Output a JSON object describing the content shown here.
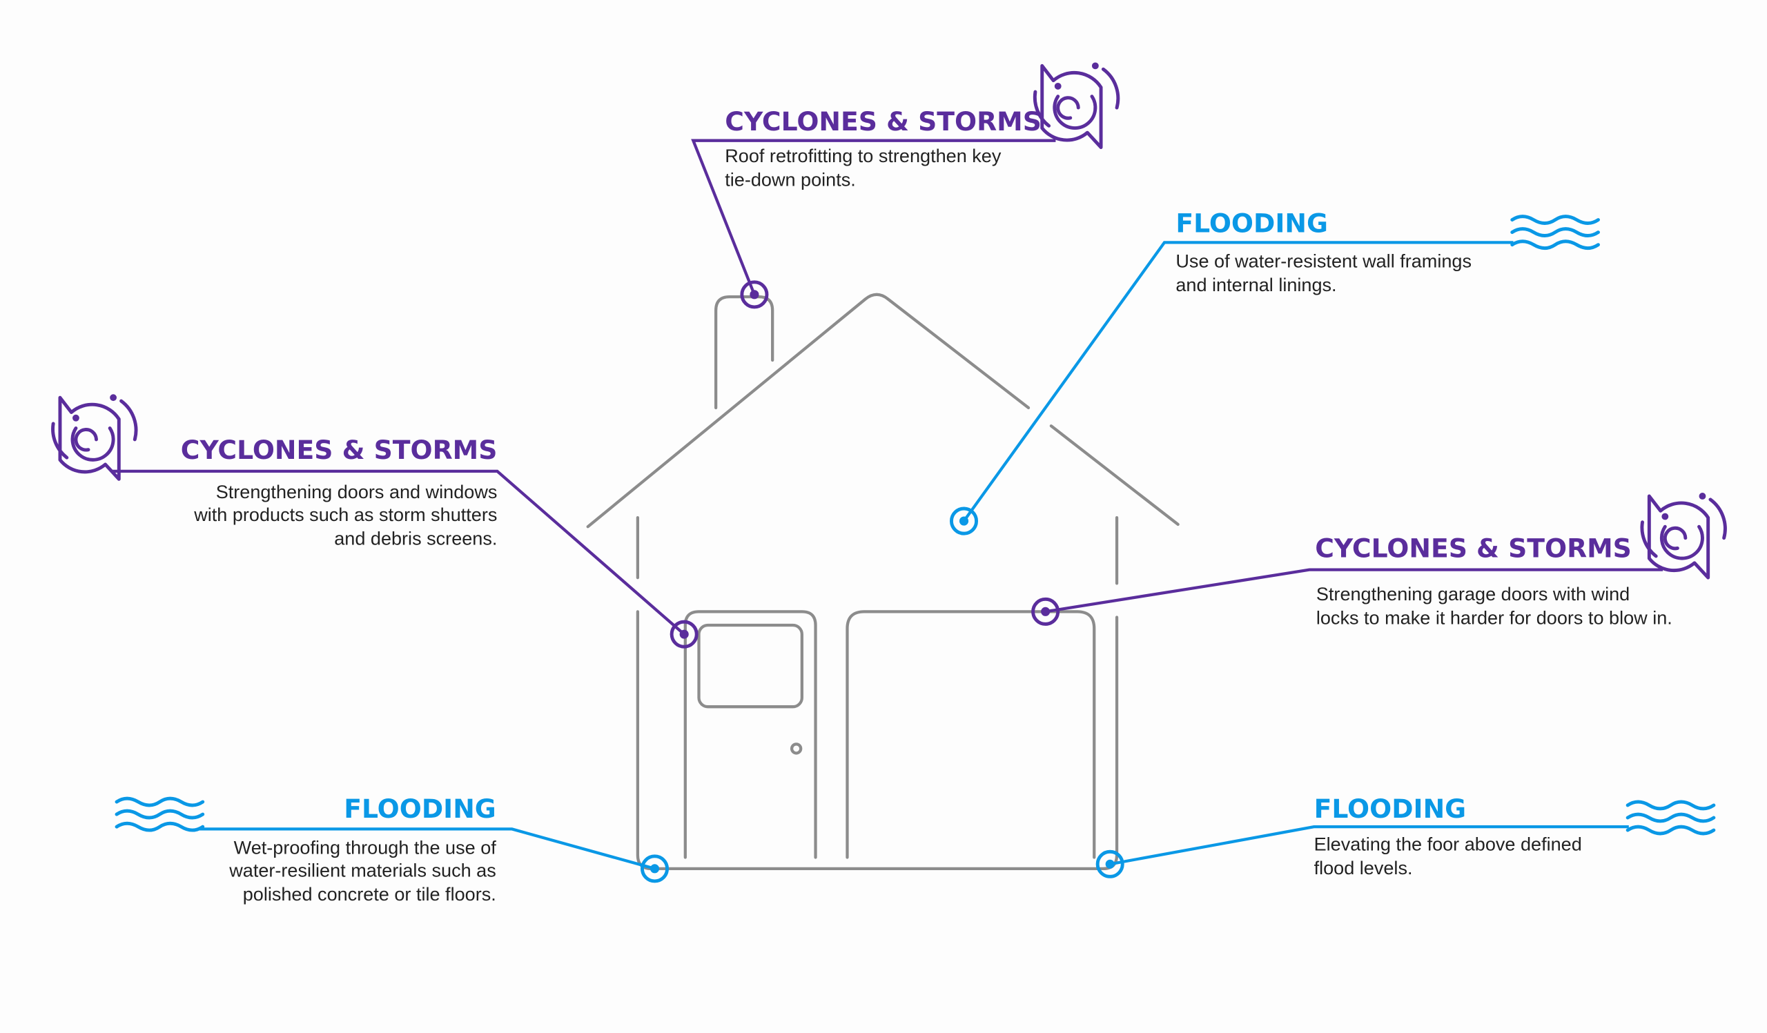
{
  "colors": {
    "cyclone": "#5a2d9c",
    "flood": "#0a98e6",
    "house": "#8c8c8c"
  },
  "callouts": [
    {
      "id": "roof",
      "category": "CYCLONES & STORMS",
      "icon": "cyclone-icon",
      "lines": [
        "Roof retrofitting to strengthen key",
        "tie-down points."
      ]
    },
    {
      "id": "walls",
      "category": "FLOODING",
      "icon": "waves-icon",
      "lines": [
        "Use of water-resistent wall framings",
        "and internal linings."
      ]
    },
    {
      "id": "doors",
      "category": "CYCLONES & STORMS",
      "icon": "cyclone-icon",
      "lines": [
        "Strengthening doors and windows",
        "with products such as storm shutters",
        "and debris screens."
      ]
    },
    {
      "id": "garage",
      "category": "CYCLONES & STORMS",
      "icon": "cyclone-icon",
      "lines": [
        "Strengthening garage doors with wind",
        "locks to make it harder for doors to blow in."
      ]
    },
    {
      "id": "floors",
      "category": "FLOODING",
      "icon": "waves-icon",
      "lines": [
        "Wet-proofing through the use of",
        "water-resilient materials such as",
        "polished concrete or tile floors."
      ]
    },
    {
      "id": "elevate",
      "category": "FLOODING",
      "icon": "waves-icon",
      "lines": [
        "Elevating the foor above defined",
        "flood levels."
      ]
    }
  ]
}
